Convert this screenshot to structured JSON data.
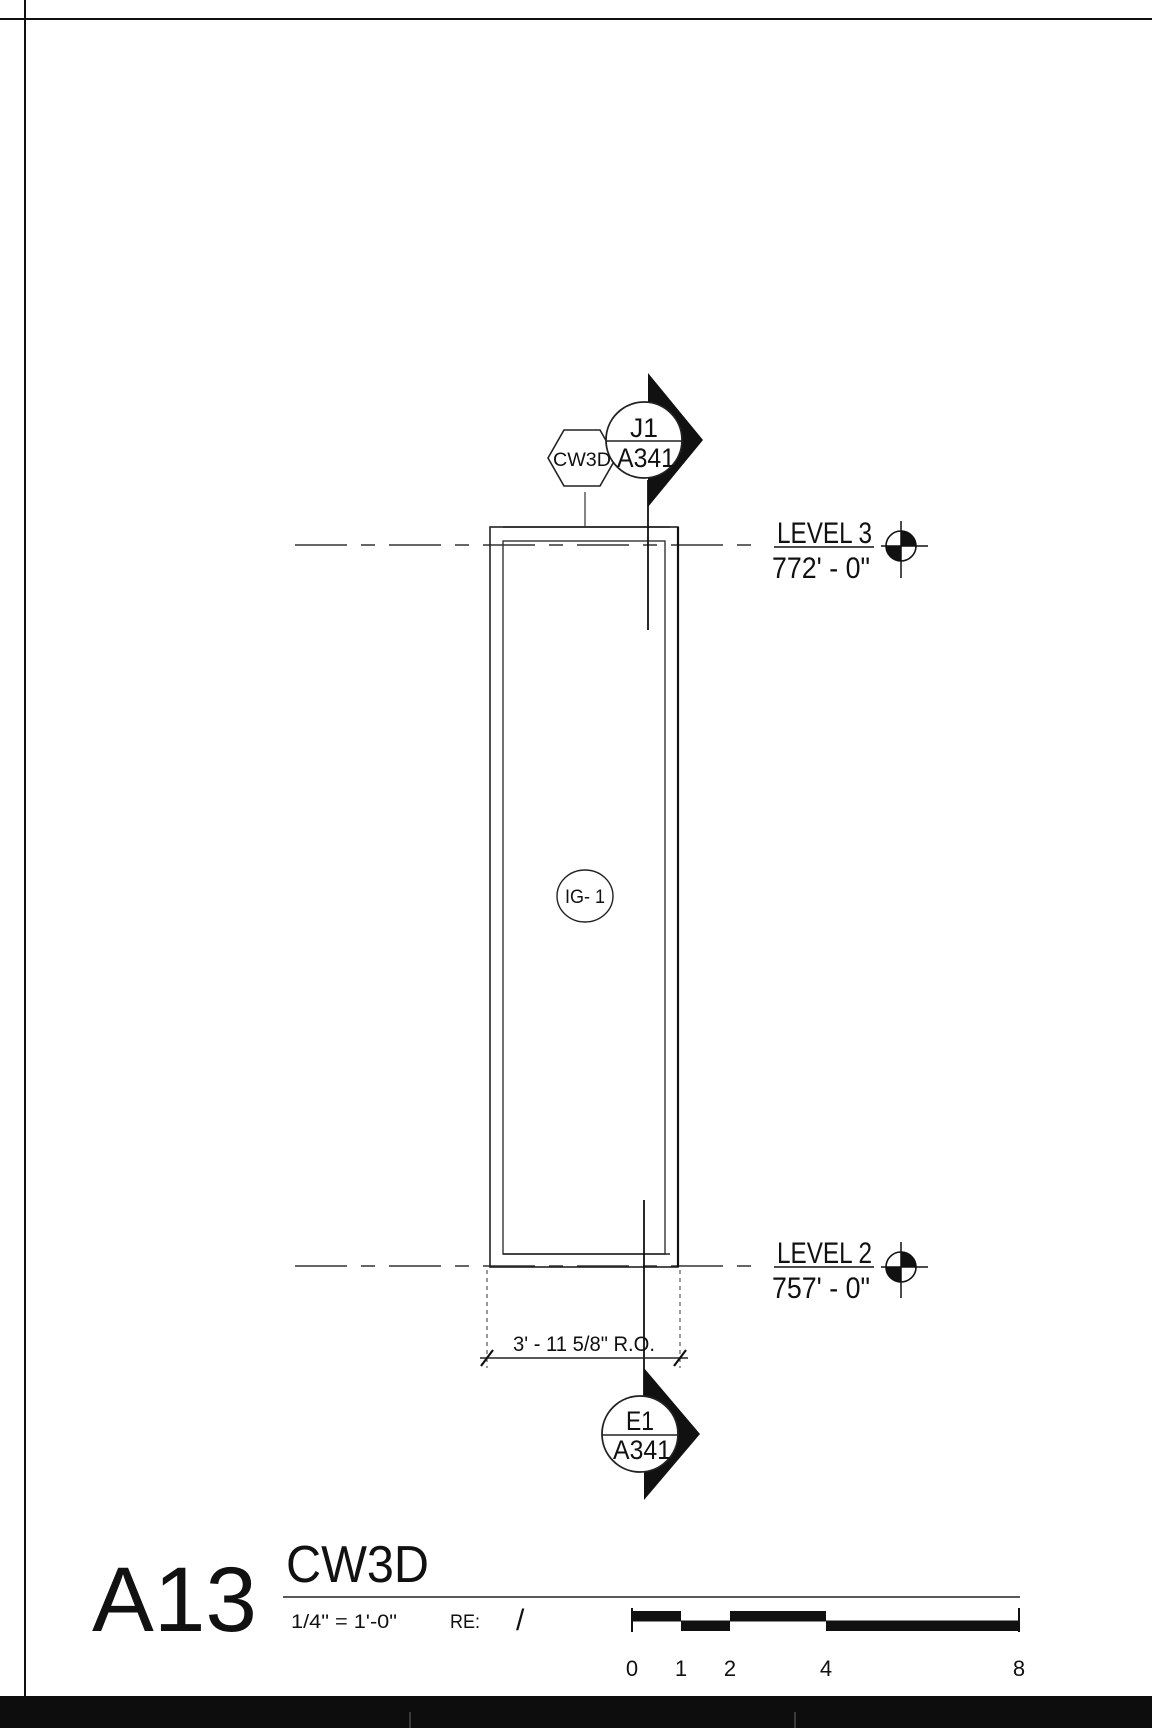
{
  "sheet": {
    "detail_number": "A13",
    "detail_title": "CW3D",
    "scale_text": "1/4\" = 1'-0\"",
    "reference_label": "RE:",
    "reference_value": "/"
  },
  "elevation": {
    "type_tag": "CW3D",
    "glass_tag": "IG- 1",
    "rough_opening": "3' - 11 5/8\" R.O."
  },
  "section_marks": [
    {
      "detail": "J1",
      "sheet": "A341"
    },
    {
      "detail": "E1",
      "sheet": "A341"
    }
  ],
  "levels": [
    {
      "name": "LEVEL 3",
      "elevation": "772' - 0\""
    },
    {
      "name": "LEVEL 2",
      "elevation": "757' - 0\""
    }
  ],
  "scale_bar": {
    "labels": [
      "0",
      "1",
      "2",
      "4",
      "8"
    ]
  }
}
